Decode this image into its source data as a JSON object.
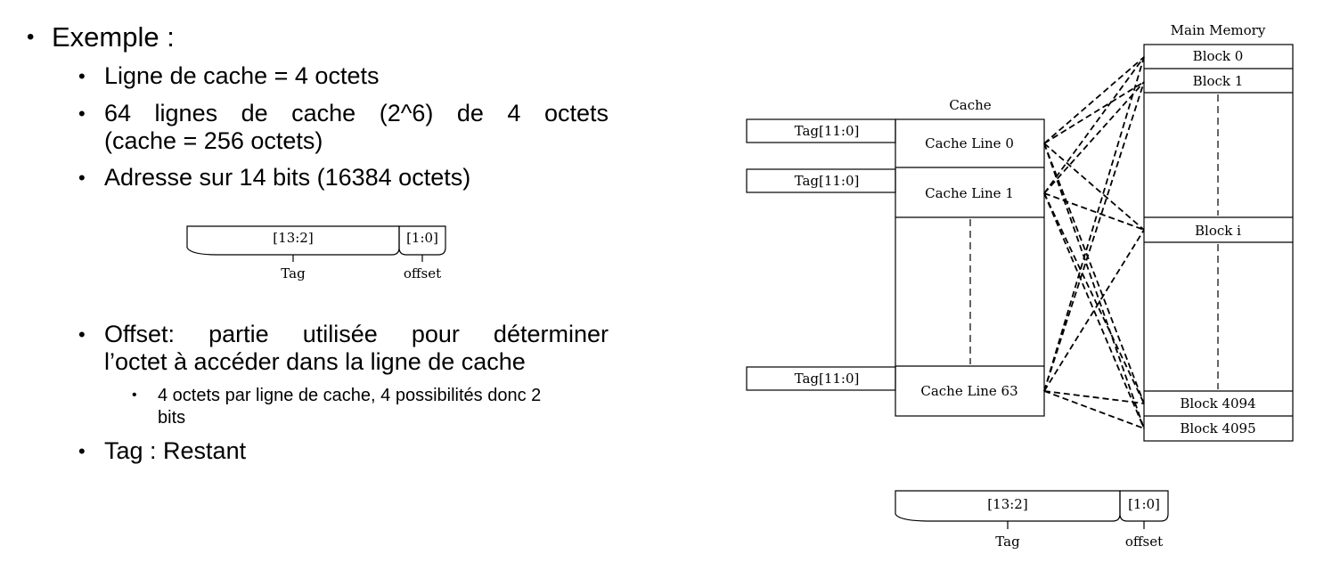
{
  "bullets": {
    "main": "Exemple :",
    "line_size": "Ligne de cache = 4 octets",
    "lines_count_1": "64 lignes de cache (2^6) de 4 octets",
    "lines_count_2": "(cache = 256 octets)",
    "address": "Adresse sur 14 bits (16384 octets)",
    "offset_1": "Offset: partie utilisée pour déterminer",
    "offset_2": "l’octet à accéder dans la ligne de cache",
    "offset_sub_1": "4 octets par ligne de cache, 4 possibilités donc 2",
    "offset_sub_2": "bits",
    "tag": "Tag : Restant"
  },
  "bullet_symbol": "•",
  "small_address": {
    "tag_field": "[13:2]",
    "offset_field": "[1:0]",
    "tag_label": "Tag",
    "offset_label": "offset"
  },
  "diagram": {
    "cache_title": "Cache",
    "memory_title": "Main Memory",
    "tag_label": "Tag[11:0]",
    "cache_lines": [
      "Cache Line 0",
      "Cache Line 1",
      "Cache Line 63"
    ],
    "blocks": [
      "Block 0",
      "Block 1",
      "Block i",
      "Block 4094",
      "Block 4095"
    ],
    "address": {
      "tag_field": "[13:2]",
      "offset_field": "[1:0]",
      "tag_label": "Tag",
      "offset_label": "offset"
    }
  }
}
